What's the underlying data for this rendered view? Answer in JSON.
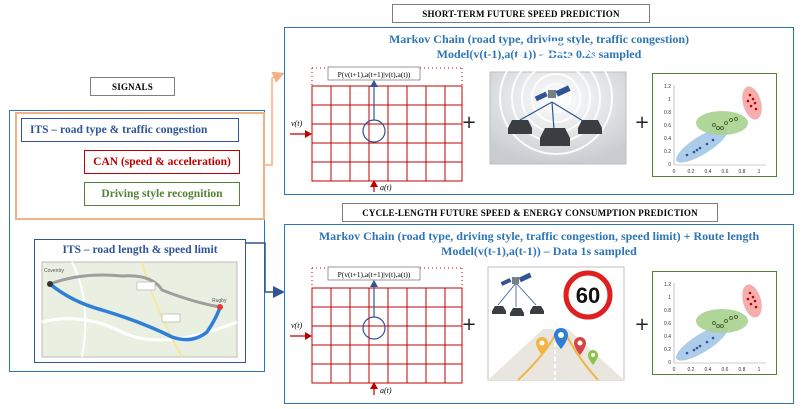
{
  "signals": {
    "title": "SIGNALS",
    "its_road_type": "ITS – road type & traffic congestion",
    "can": "CAN (speed & acceleration)",
    "driving_style": "Driving style recognition",
    "its_road_length": "ITS – road length & speed limit"
  },
  "short_term": {
    "header": "SHORT-TERM FUTURE SPEED PREDICTION",
    "title_line1": "Markov Chain (road type, driving style, traffic congestion)",
    "title_line2": "Model(v(t-1),a(t-1)) – Data 0.2s sampled",
    "prob_label": "P(v(t+1),a(t+1)|v(t),a(t))",
    "v_label": "v(t)",
    "a_label": "a(t)"
  },
  "cycle_length": {
    "header": "CYCLE-LENGTH FUTURE SPEED & ENERGY CONSUMPTION PREDICTION",
    "title_line1": "Markov Chain (road type, driving style, traffic congestion, speed limit) + Route  length",
    "title_line2": "Model(v(t-1),a(t-1)) – Data 1s sampled",
    "prob_label": "P(v(t+1),a(t+1)|v(t),a(t))",
    "v_label": "v(t)",
    "a_label": "a(t)",
    "speed_limit": "60"
  },
  "map": {
    "label_coventry": "Coventry",
    "label_rugby": "Rugby"
  },
  "scatter": {
    "y_ticks": [
      "1.2",
      "1",
      "0.8",
      "0.6",
      "0.4",
      "0.2",
      "0"
    ],
    "x_ticks": [
      "0",
      "0.2",
      "0.4",
      "0.6",
      "0.8",
      "1"
    ]
  },
  "plus_sign": "+",
  "colors": {
    "panel_border": "#2e75b6",
    "title_text": "#2e75b6",
    "grid_red": "#c00000",
    "can_red": "#c00000",
    "driving_green": "#548235",
    "orange_frame": "#f4b183",
    "arrow_blue": "#2f5597"
  }
}
